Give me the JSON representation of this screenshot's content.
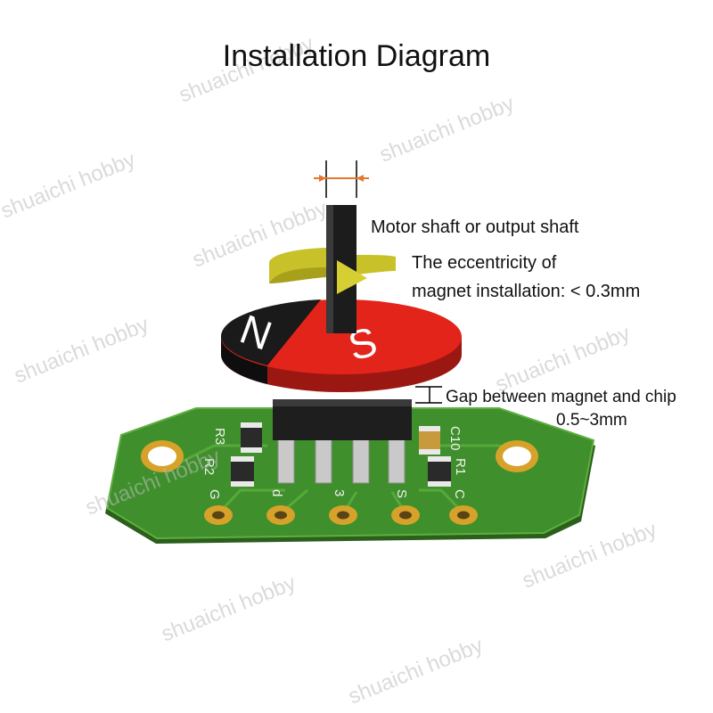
{
  "title": "Installation Diagram",
  "labels": {
    "shaft": "Motor shaft or output shaft",
    "eccentricity_line1": "The eccentricity of",
    "eccentricity_line2": "magnet installation: < 0.3mm",
    "gap_line1": "Gap between magnet and chip",
    "gap_line2": "0.5~3mm"
  },
  "magnet": {
    "north": "N",
    "south": "S"
  },
  "pcb": {
    "silkscreen": [
      "R3",
      "R2",
      "C10",
      "R1"
    ],
    "pins": [
      "G",
      "d",
      "3",
      "S",
      "C"
    ]
  },
  "watermark": "shuaichi hobby",
  "colors": {
    "pcb_green": "#3f8f2c",
    "pad_gold": "#d6a22a",
    "magnet_red": "#e3241b",
    "magnet_black": "#1a1a1a",
    "arrow_yellow": "#b9b21c",
    "dimension_orange": "#e8762b"
  }
}
